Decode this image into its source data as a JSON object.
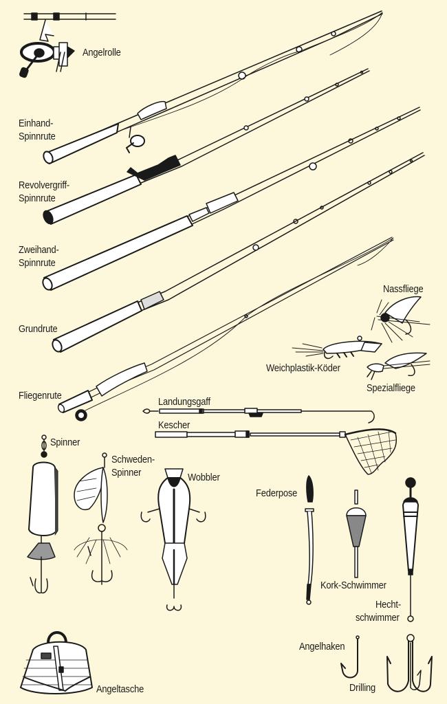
{
  "colors": {
    "background": "#fdf8dc",
    "ink": "#1a1a1a",
    "fill": "#ffffff"
  },
  "labels": {
    "angelrolle": "Angelrolle",
    "einhand_1": "Einhand-",
    "einhand_2": "Spinnrute",
    "revolver_1": "Revolvergriff-",
    "revolver_2": "Spinnrute",
    "zweihand_1": "Zweihand-",
    "zweihand_2": "Spinnrute",
    "grundrute": "Grundrute",
    "fliegenrute": "Fliegenrute",
    "nassfliege": "Nassfliege",
    "weichplastik": "Weichplastik-Köder",
    "spezialfliege": "Spezialfliege",
    "landungsgaff": "Landungsgaff",
    "kescher": "Kescher",
    "spinner": "Spinner",
    "schweden_1": "Schweden-",
    "schweden_2": "Spinner",
    "wobbler": "Wobbler",
    "federpose": "Federpose",
    "kork": "Kork-Schwimmer",
    "hecht_1": "Hecht-",
    "hecht_2": "schwimmer",
    "angelhaken": "Angelhaken",
    "drilling": "Drilling",
    "angeltasche": "Angeltasche"
  }
}
